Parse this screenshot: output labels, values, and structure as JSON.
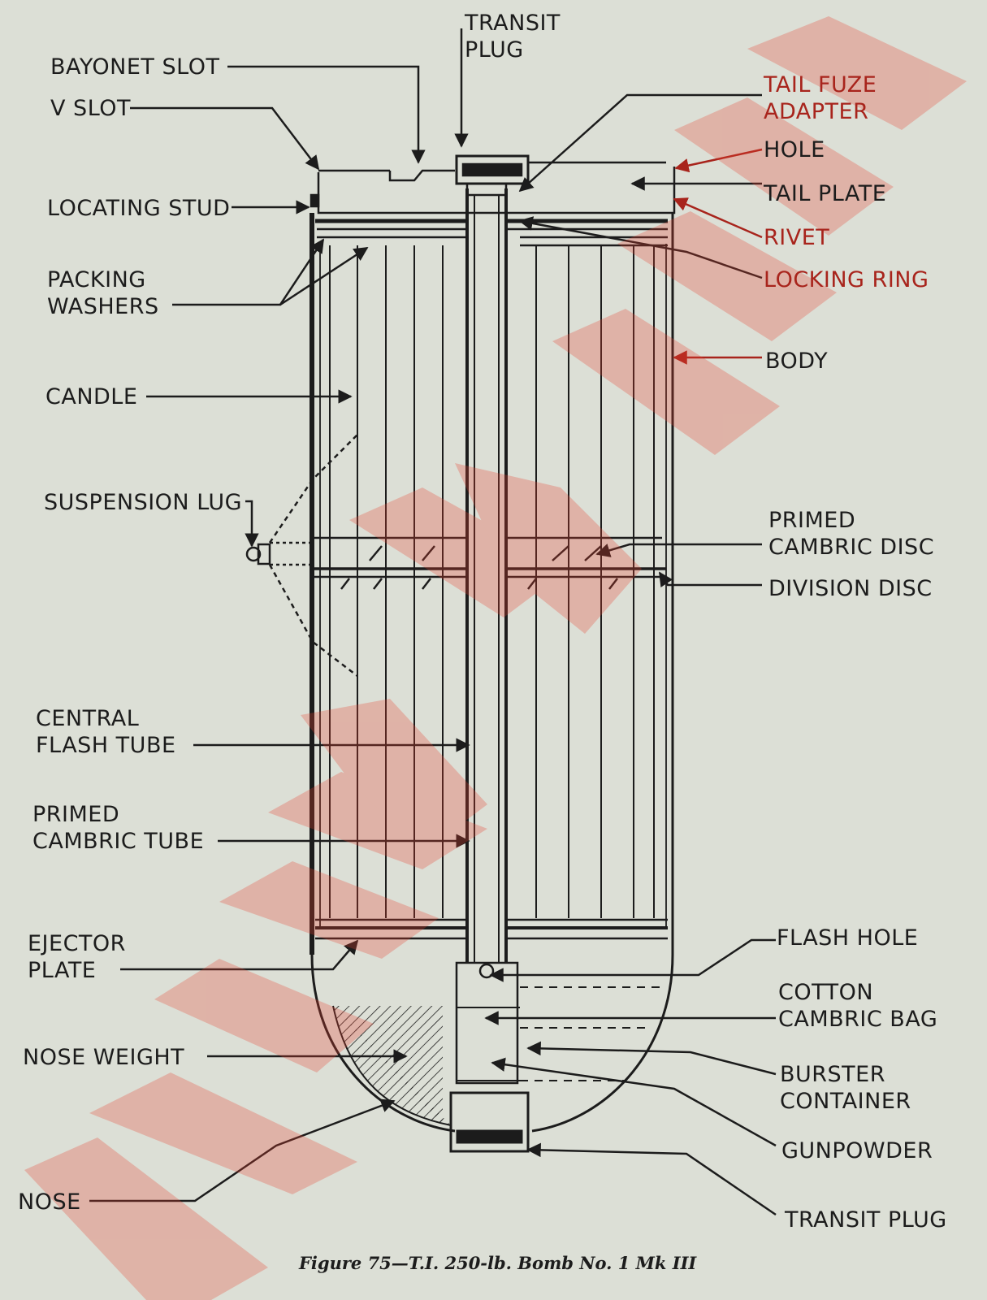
{
  "labels": {
    "transit_plug_top": [
      "TRANSIT",
      "PLUG"
    ],
    "bayonet_slot": "BAYONET SLOT",
    "v_slot": "V SLOT",
    "locating_stud": "LOCATING STUD",
    "packing_washers": [
      "PACKING",
      "WASHERS"
    ],
    "candle": "CANDLE",
    "suspension_lug": "SUSPENSION LUG",
    "central_flash_tube": [
      "CENTRAL",
      "FLASH TUBE"
    ],
    "primed_cambric_tube": [
      "PRIMED",
      "CAMBRIC TUBE"
    ],
    "ejector_plate": [
      "EJECTOR",
      "PLATE"
    ],
    "nose_weight": "NOSE WEIGHT",
    "nose": "NOSE",
    "tail_fuze_adapter": [
      "TAIL FUZE",
      "ADAPTER"
    ],
    "hole": "HOLE",
    "tail_plate": "TAIL PLATE",
    "rivet": "RIVET",
    "locking_ring": "LOCKING RING",
    "body": "BODY",
    "primed_cambric_disc": [
      "PRIMED",
      "CAMBRIC DISC"
    ],
    "division_disc": "DIVISION DISC",
    "flash_hole": "FLASH HOLE",
    "cotton_cambric_bag": [
      "COTTON",
      "CAMBRIC BAG"
    ],
    "burster_container": [
      "BURSTER",
      "CONTAINER"
    ],
    "gunpowder": "GUNPOWDER",
    "transit_plug_bottom": "TRANSIT PLUG"
  },
  "caption": "Figure 75—T.I. 250-lb. Bomb No. 1 Mk III",
  "colors": {
    "ink": "#1c1c1c",
    "paper": "#dcdfd6",
    "red_ink": "#a8241c",
    "watermark": "#e8412f"
  }
}
